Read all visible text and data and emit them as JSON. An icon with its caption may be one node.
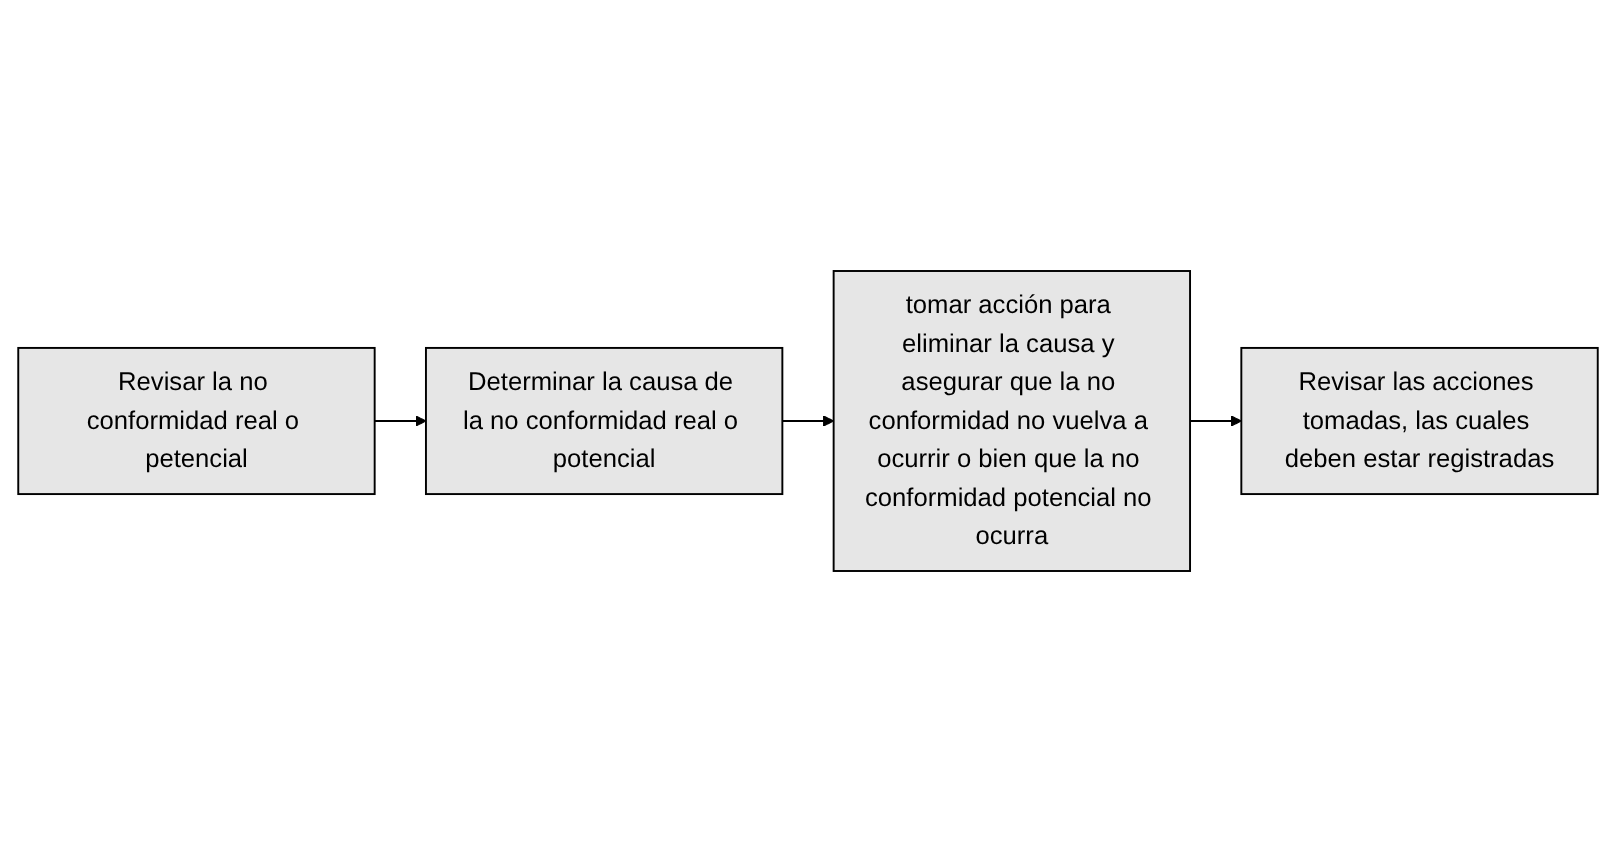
{
  "diagram": {
    "nodes": [
      {
        "text": [
          "Revisar la no conformidad real o petencial"
        ]
      },
      {
        "text": [
          "Determinar la causa de la no conformidad real o potencial"
        ]
      },
      {
        "text": [
          "tomar acción para eliminar la causa y asegurar que la no conformidad no vuelva a ocurrir o bien que la no conformidad potencial no ocurra"
        ]
      },
      {
        "text": [
          "Revisar las acciones tomadas, las cuales deben estar registradas"
        ]
      }
    ],
    "edges": [
      {
        "from": 0,
        "to": 1,
        "arrow": "to"
      },
      {
        "from": 1,
        "to": 2,
        "arrow": "to"
      },
      {
        "from": 2,
        "to": 3,
        "arrow": "to"
      }
    ]
  }
}
